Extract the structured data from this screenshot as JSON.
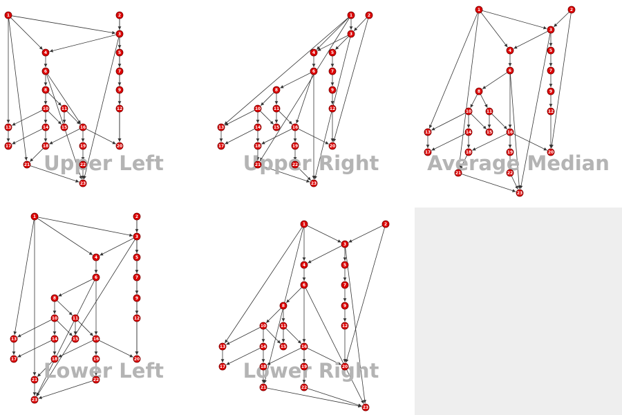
{
  "colors": {
    "node_fill": "#dd0000",
    "node_stroke": "#770000",
    "node_label": "#ffffff",
    "edge": "#333333",
    "panel_title": "#b4b4b4",
    "empty_panel": "#eeeeee"
  },
  "graph": {
    "nodes": [
      "1",
      "2",
      "3",
      "4",
      "5",
      "6",
      "7",
      "8",
      "9",
      "10",
      "11",
      "12",
      "13",
      "14",
      "15",
      "16",
      "17",
      "18",
      "19",
      "20",
      "21",
      "22",
      "23"
    ],
    "edges": [
      [
        "1",
        "3"
      ],
      [
        "1",
        "4"
      ],
      [
        "1",
        "13"
      ],
      [
        "1",
        "21"
      ],
      [
        "2",
        "3"
      ],
      [
        "2",
        "20"
      ],
      [
        "3",
        "4"
      ],
      [
        "3",
        "5"
      ],
      [
        "3",
        "23"
      ],
      [
        "4",
        "6"
      ],
      [
        "5",
        "7"
      ],
      [
        "6",
        "8"
      ],
      [
        "6",
        "16"
      ],
      [
        "6",
        "23"
      ],
      [
        "7",
        "9"
      ],
      [
        "8",
        "10"
      ],
      [
        "8",
        "11"
      ],
      [
        "9",
        "12"
      ],
      [
        "10",
        "13"
      ],
      [
        "10",
        "14"
      ],
      [
        "10",
        "15"
      ],
      [
        "11",
        "15"
      ],
      [
        "11",
        "16"
      ],
      [
        "12",
        "20"
      ],
      [
        "13",
        "17"
      ],
      [
        "14",
        "17"
      ],
      [
        "14",
        "18"
      ],
      [
        "16",
        "18"
      ],
      [
        "16",
        "19"
      ],
      [
        "16",
        "20"
      ],
      [
        "18",
        "21"
      ],
      [
        "19",
        "22"
      ],
      [
        "21",
        "23"
      ],
      [
        "22",
        "23"
      ]
    ]
  },
  "panels": [
    {
      "title": "Upper Left"
    },
    {
      "title": "Upper Right"
    },
    {
      "title": "Average Median"
    },
    {
      "title": "Lower Left"
    },
    {
      "title": "Lower Right"
    }
  ]
}
